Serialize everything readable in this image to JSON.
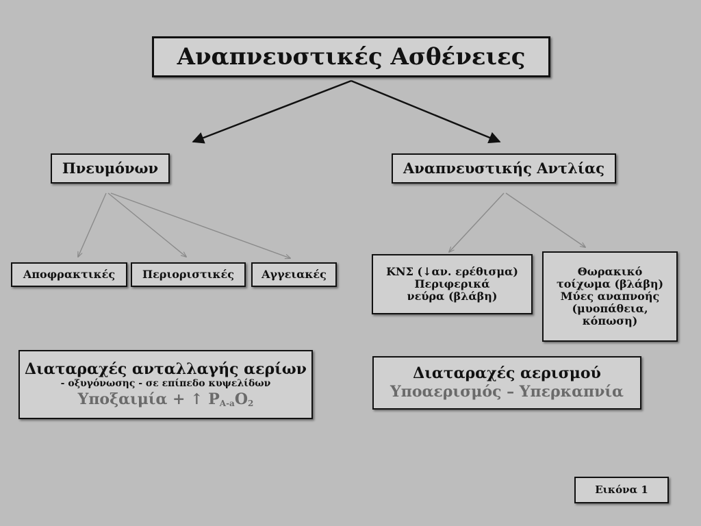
{
  "diagram": {
    "title": "Αναπνευστικές Ασθένειες",
    "left_category": "Πνευμόνων",
    "right_category": "Αναπνευστικής Αντλίας",
    "left_leaves": [
      "Αποφρακτικές",
      "Περιοριστικές",
      "Αγγειακές"
    ],
    "right_leaf_1": {
      "line1": "ΚΝΣ (↓αν. ερέθισμα)",
      "line2": "Περιφερικά",
      "line3": "νεύρα (βλάβη)"
    },
    "right_leaf_2": {
      "line1": "Θωρακικό",
      "line2": "τοίχωμα (βλάβη)",
      "line3": "Μύες αναπνοής",
      "line4": "(μυοπάθεια,",
      "line5": "κόπωση)"
    },
    "left_result": {
      "title": "Διαταραχές ανταλλαγής αερίων",
      "subtitle": "- οξυγόνωσης - σε επίπεδο κυψελίδων",
      "grey_main": "Υποξαιμία + ↑ P",
      "grey_sub": "A-a",
      "grey_tail": "O",
      "grey_tail_sub": "2"
    },
    "right_result": {
      "title": "Διαταραχές αερισμού",
      "grey": "Υποαερισμός – Υπερκαπνία"
    },
    "figure_label": "Εικόνα 1"
  },
  "colors": {
    "background": "#bdbdbd",
    "box_fill": "#d0d0d0",
    "border": "#111111",
    "grey_text": "#6a6a6a",
    "thin_arrow": "#8a8a8a"
  }
}
